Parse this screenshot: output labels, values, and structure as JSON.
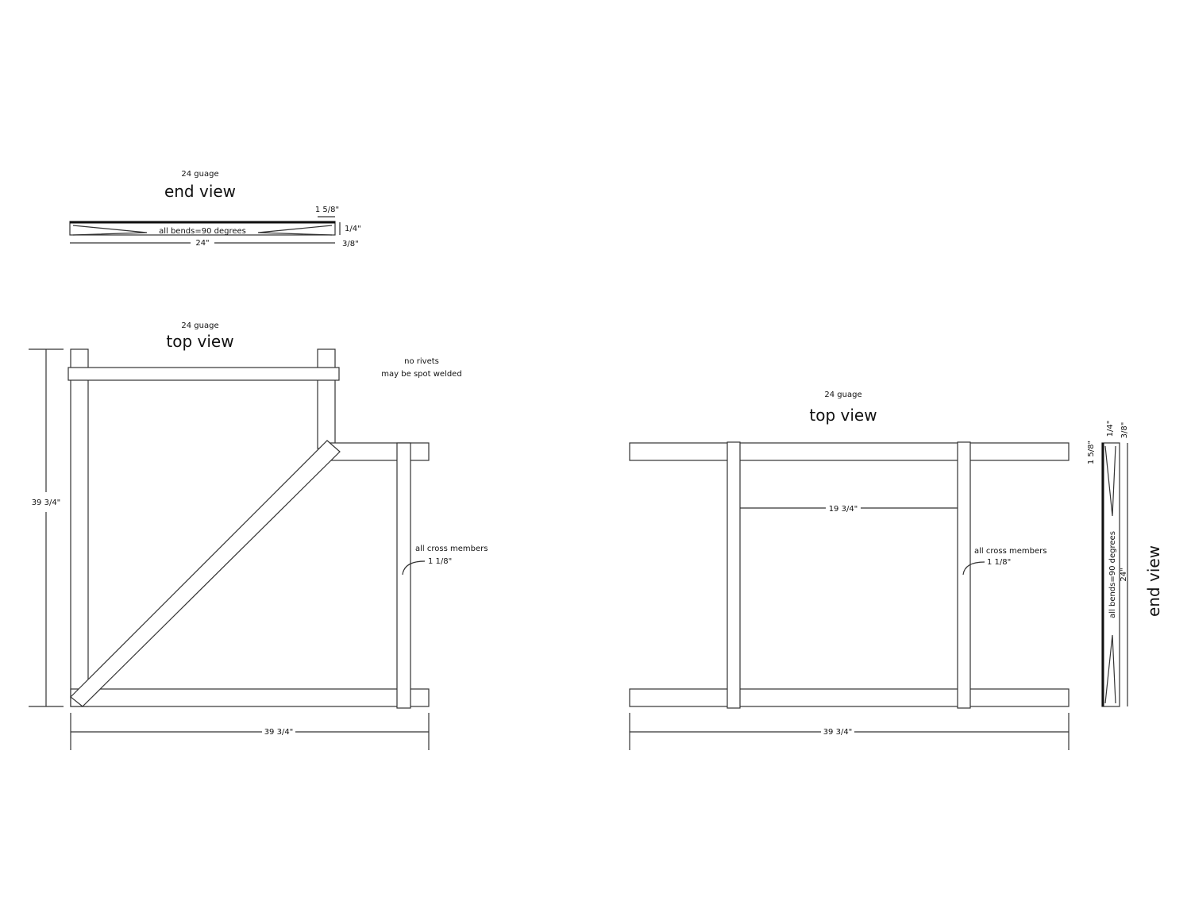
{
  "end_view_top": {
    "gauge": "24 guage",
    "title": "end view",
    "note": "all bends=90 degrees",
    "width": "24\"",
    "flange": "1 5/8\"",
    "height": "1/4\"",
    "lip": "3/8\""
  },
  "top_view_left": {
    "gauge": "24 guage",
    "title": "top view",
    "note_line1": "no rivets",
    "note_line2": "may be spot welded",
    "height_dim": "39 3/4\"",
    "width_dim": "39 3/4\"",
    "cross_note": "all cross members",
    "cross_dim": "1 1/8\""
  },
  "top_view_right": {
    "gauge": "24 guage",
    "title": "top view",
    "span_dim": "19 3/4\"",
    "width_dim": "39 3/4\"",
    "cross_note": "all cross members",
    "cross_dim": "1 1/8\""
  },
  "end_view_right": {
    "title": "end view",
    "note": "all bends=90 degrees",
    "width": "24\"",
    "flange": "1 5/8\"",
    "height": "1/4\"",
    "lip": "3/8\""
  }
}
